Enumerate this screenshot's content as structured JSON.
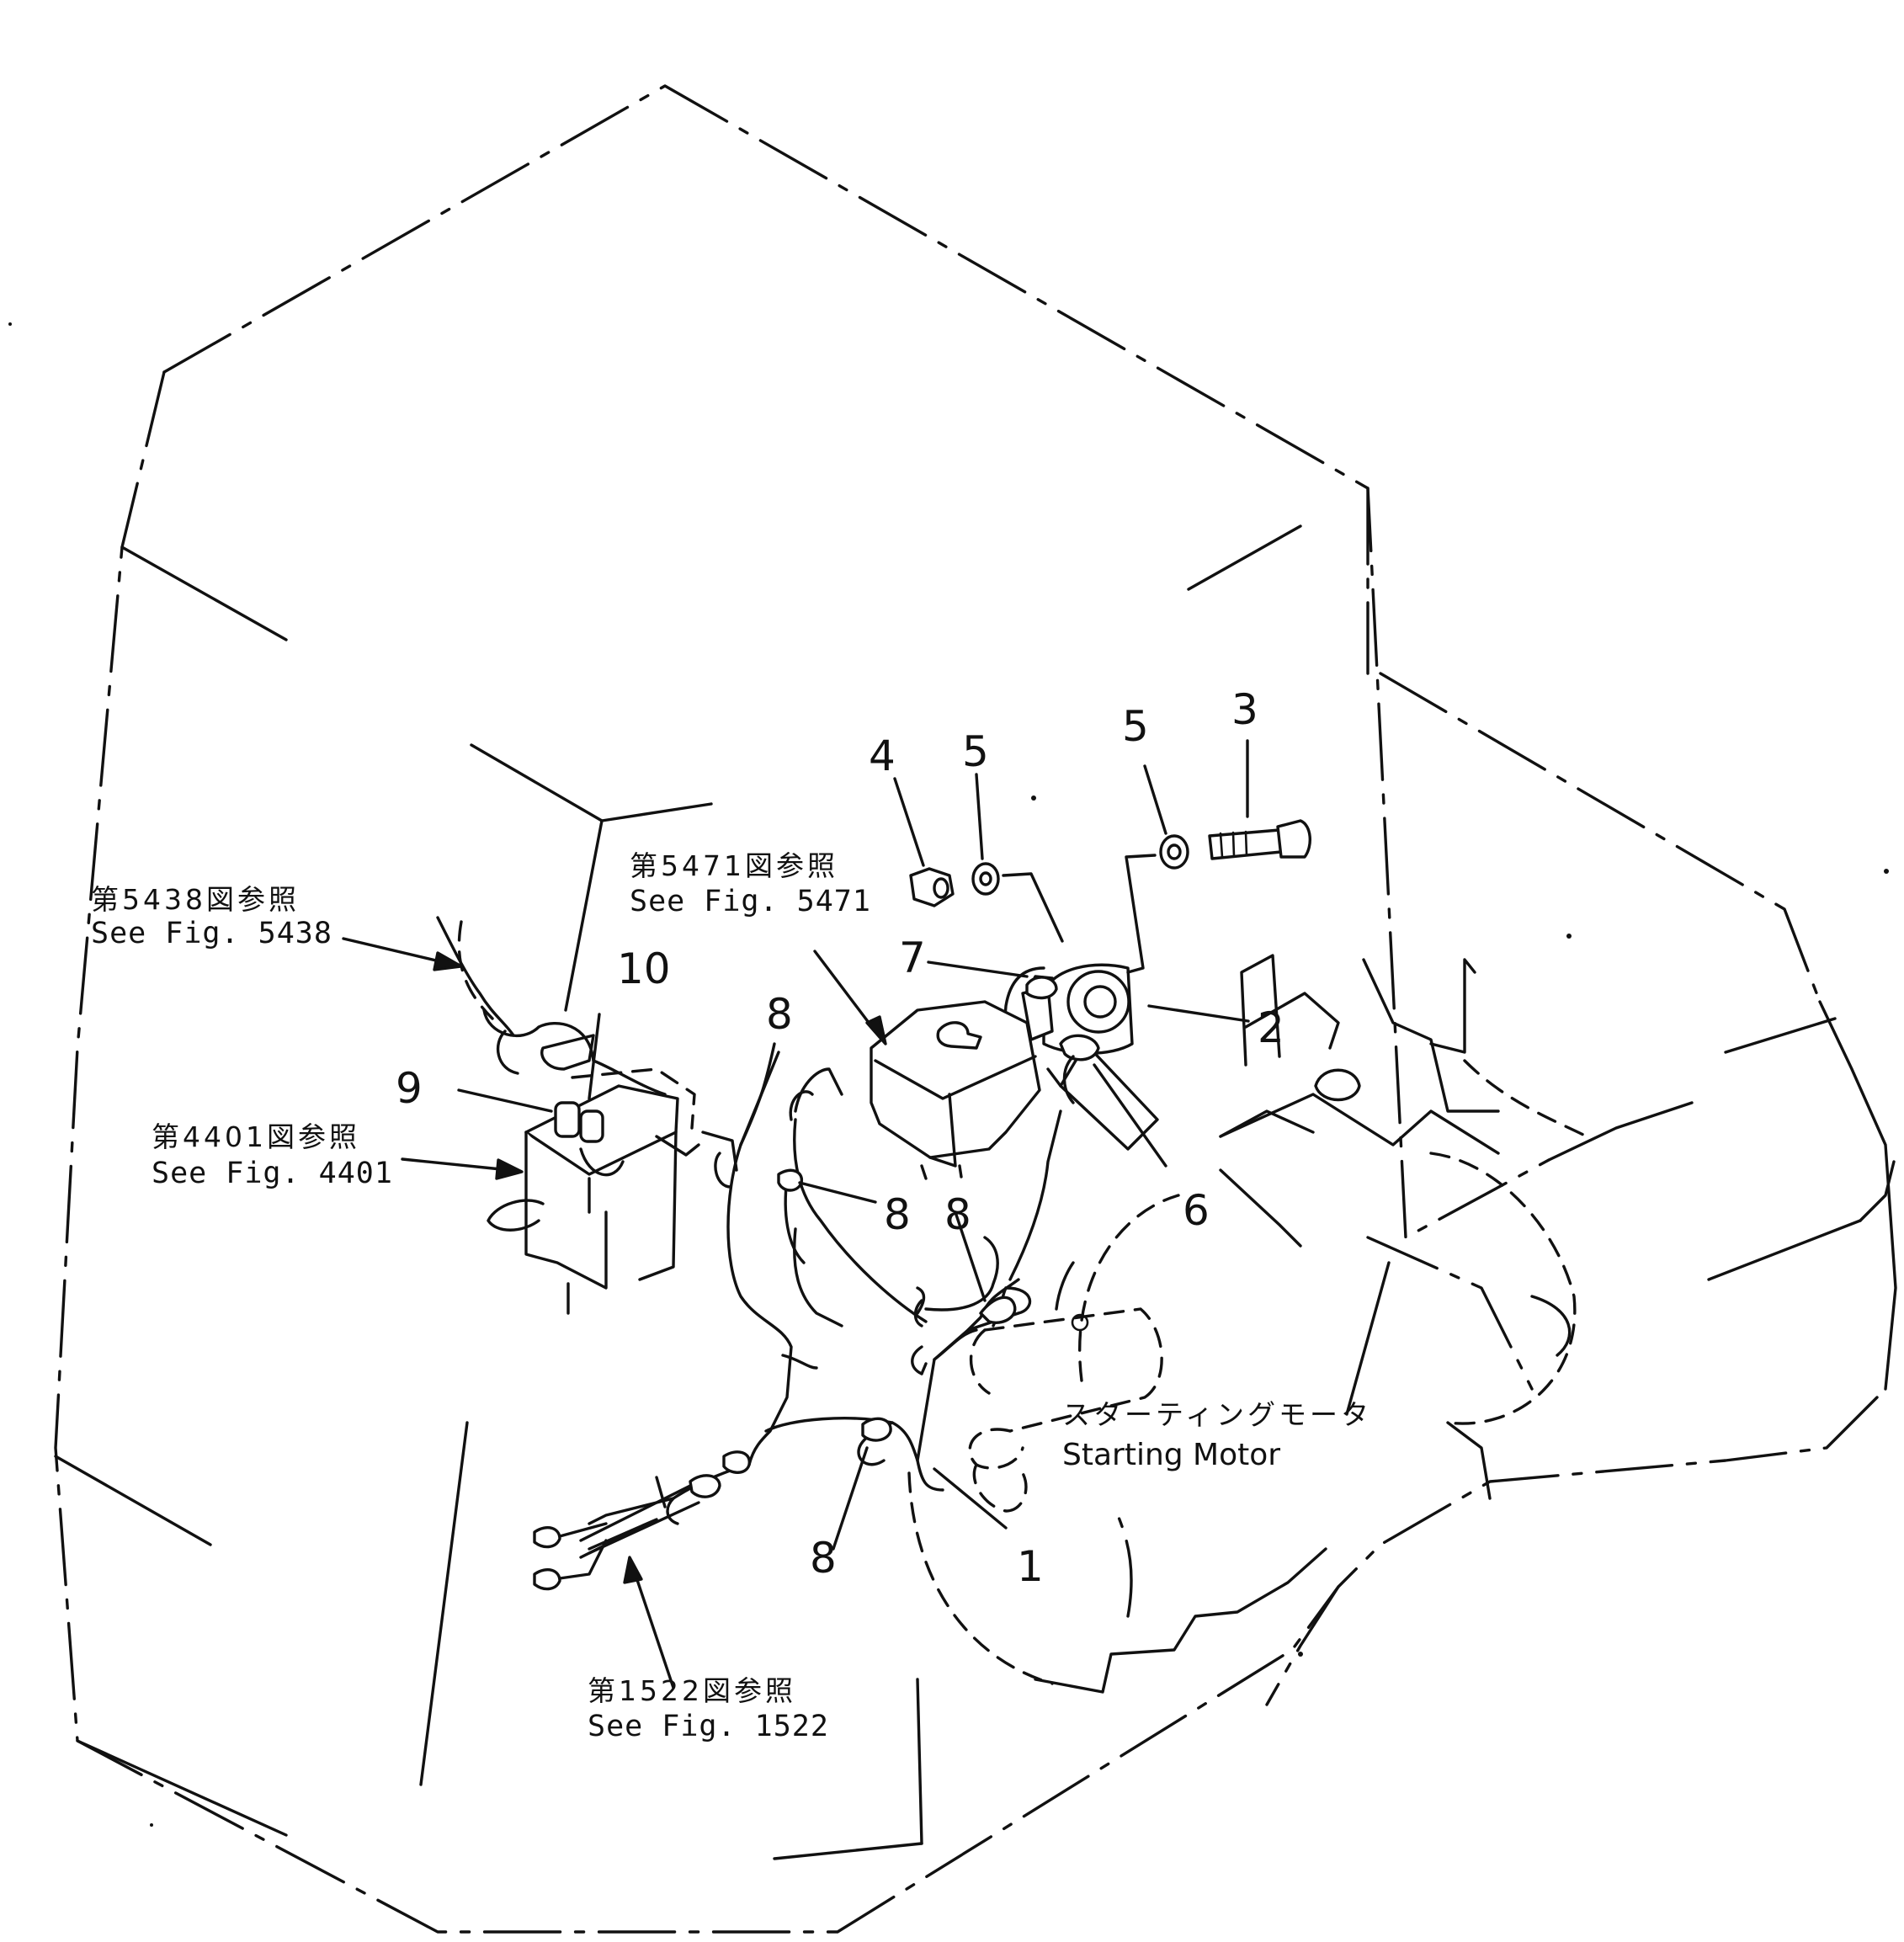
{
  "callouts": {
    "c1": "1",
    "c2": "2",
    "c3": "3",
    "c4": "4",
    "c5a": "5",
    "c5b": "5",
    "c6": "6",
    "c7": "7",
    "c8a": "8",
    "c8b": "8",
    "c8c": "8",
    "c8d": "8",
    "c9": "9",
    "c10": "10"
  },
  "references": {
    "fig5438": {
      "jp": "第5438図参照",
      "en": "See  Fig.  5438"
    },
    "fig5471": {
      "jp": "第5471図参照",
      "en": "See  Fig.  5471"
    },
    "fig4401": {
      "jp": "第4401図参照",
      "en": "See  Fig.  4401"
    },
    "fig1522": {
      "jp": "第1522図参照",
      "en": "See  Fig.  1522"
    }
  },
  "starting_motor": {
    "jp": "スターティングモータ",
    "en": "Starting  Motor"
  }
}
